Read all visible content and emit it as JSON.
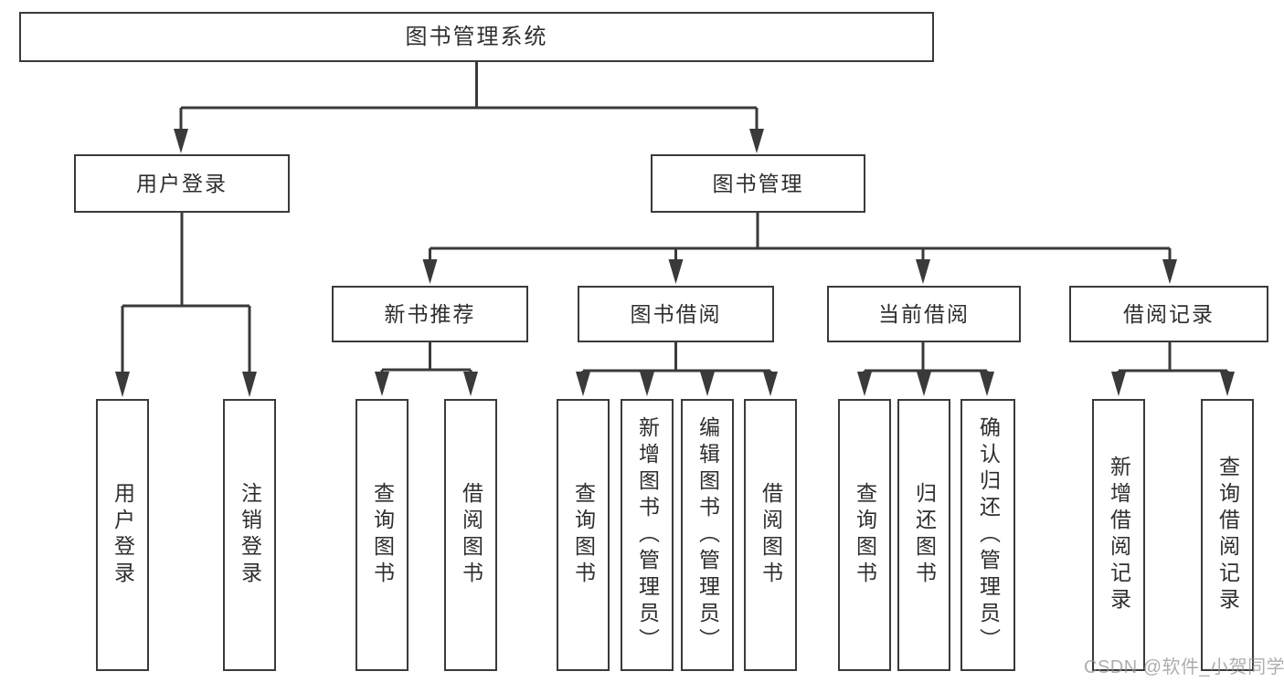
{
  "title": "图书管理系统",
  "tree": {
    "root": {
      "label": "图书管理系统"
    },
    "branches": [
      {
        "label": "用户登录",
        "children": [
          {
            "label": "用户登录"
          },
          {
            "label": "注销登录"
          }
        ]
      },
      {
        "label": "图书管理",
        "sections": [
          {
            "label": "新书推荐",
            "children": [
              {
                "label": "查询图书"
              },
              {
                "label": "借阅图书"
              }
            ]
          },
          {
            "label": "图书借阅",
            "children": [
              {
                "label": "查询图书"
              },
              {
                "label": "新增图书（管理员）"
              },
              {
                "label": "编辑图书（管理员）"
              },
              {
                "label": "借阅图书"
              }
            ]
          },
          {
            "label": "当前借阅",
            "children": [
              {
                "label": "查询图书"
              },
              {
                "label": "归还图书"
              },
              {
                "label": "确认归还（管理员）"
              }
            ]
          },
          {
            "label": "借阅记录",
            "children": [
              {
                "label": "新增借阅记录"
              },
              {
                "label": "查询借阅记录"
              }
            ]
          }
        ]
      }
    ]
  },
  "watermark": {
    "text": "CSDN @软件_小贺同学"
  },
  "colors": {
    "line": "#3a3a3a",
    "text": "#2e2e2e",
    "background": "#ffffff",
    "watermark": "#8f8f8f"
  }
}
